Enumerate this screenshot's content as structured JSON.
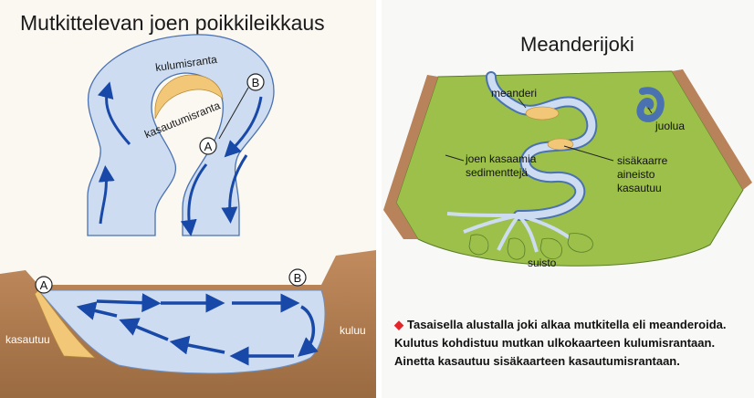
{
  "left": {
    "title": "Mutkittelevan joen poikkileikkaus",
    "labels": {
      "kulumisranta": "kulumisranta",
      "kasautumisranta": "kasautumisranta",
      "kasautuu": "kasautuu",
      "kuluu": "kuluu"
    },
    "markers": {
      "a": "A",
      "b": "B"
    }
  },
  "right": {
    "title": "Meanderijoki",
    "labels": {
      "meanderi": "meanderi",
      "juolua": "juolua",
      "sediment_1": "joen kasaamia",
      "sediment_2": "sedimenttejä",
      "inner_1": "sisäkaarre",
      "inner_2": "aineisto",
      "inner_3": "kasautuu",
      "suisto": "suisto"
    },
    "caption": "Tasaisella alustalla joki alkaa mutkitella eli meanderoida. Kulutus kohdistuu mutkan ulkokaarteen kulumisrantaan. Ainetta kasautuu sisäkaarteen kasautumisrantaan."
  },
  "colors": {
    "river": "#cddcf0",
    "arrow": "#1848a8",
    "deposit": "#f2c878",
    "ground": "#b8835a",
    "plain": "#9cc04a",
    "bullet": "#e2262c"
  }
}
